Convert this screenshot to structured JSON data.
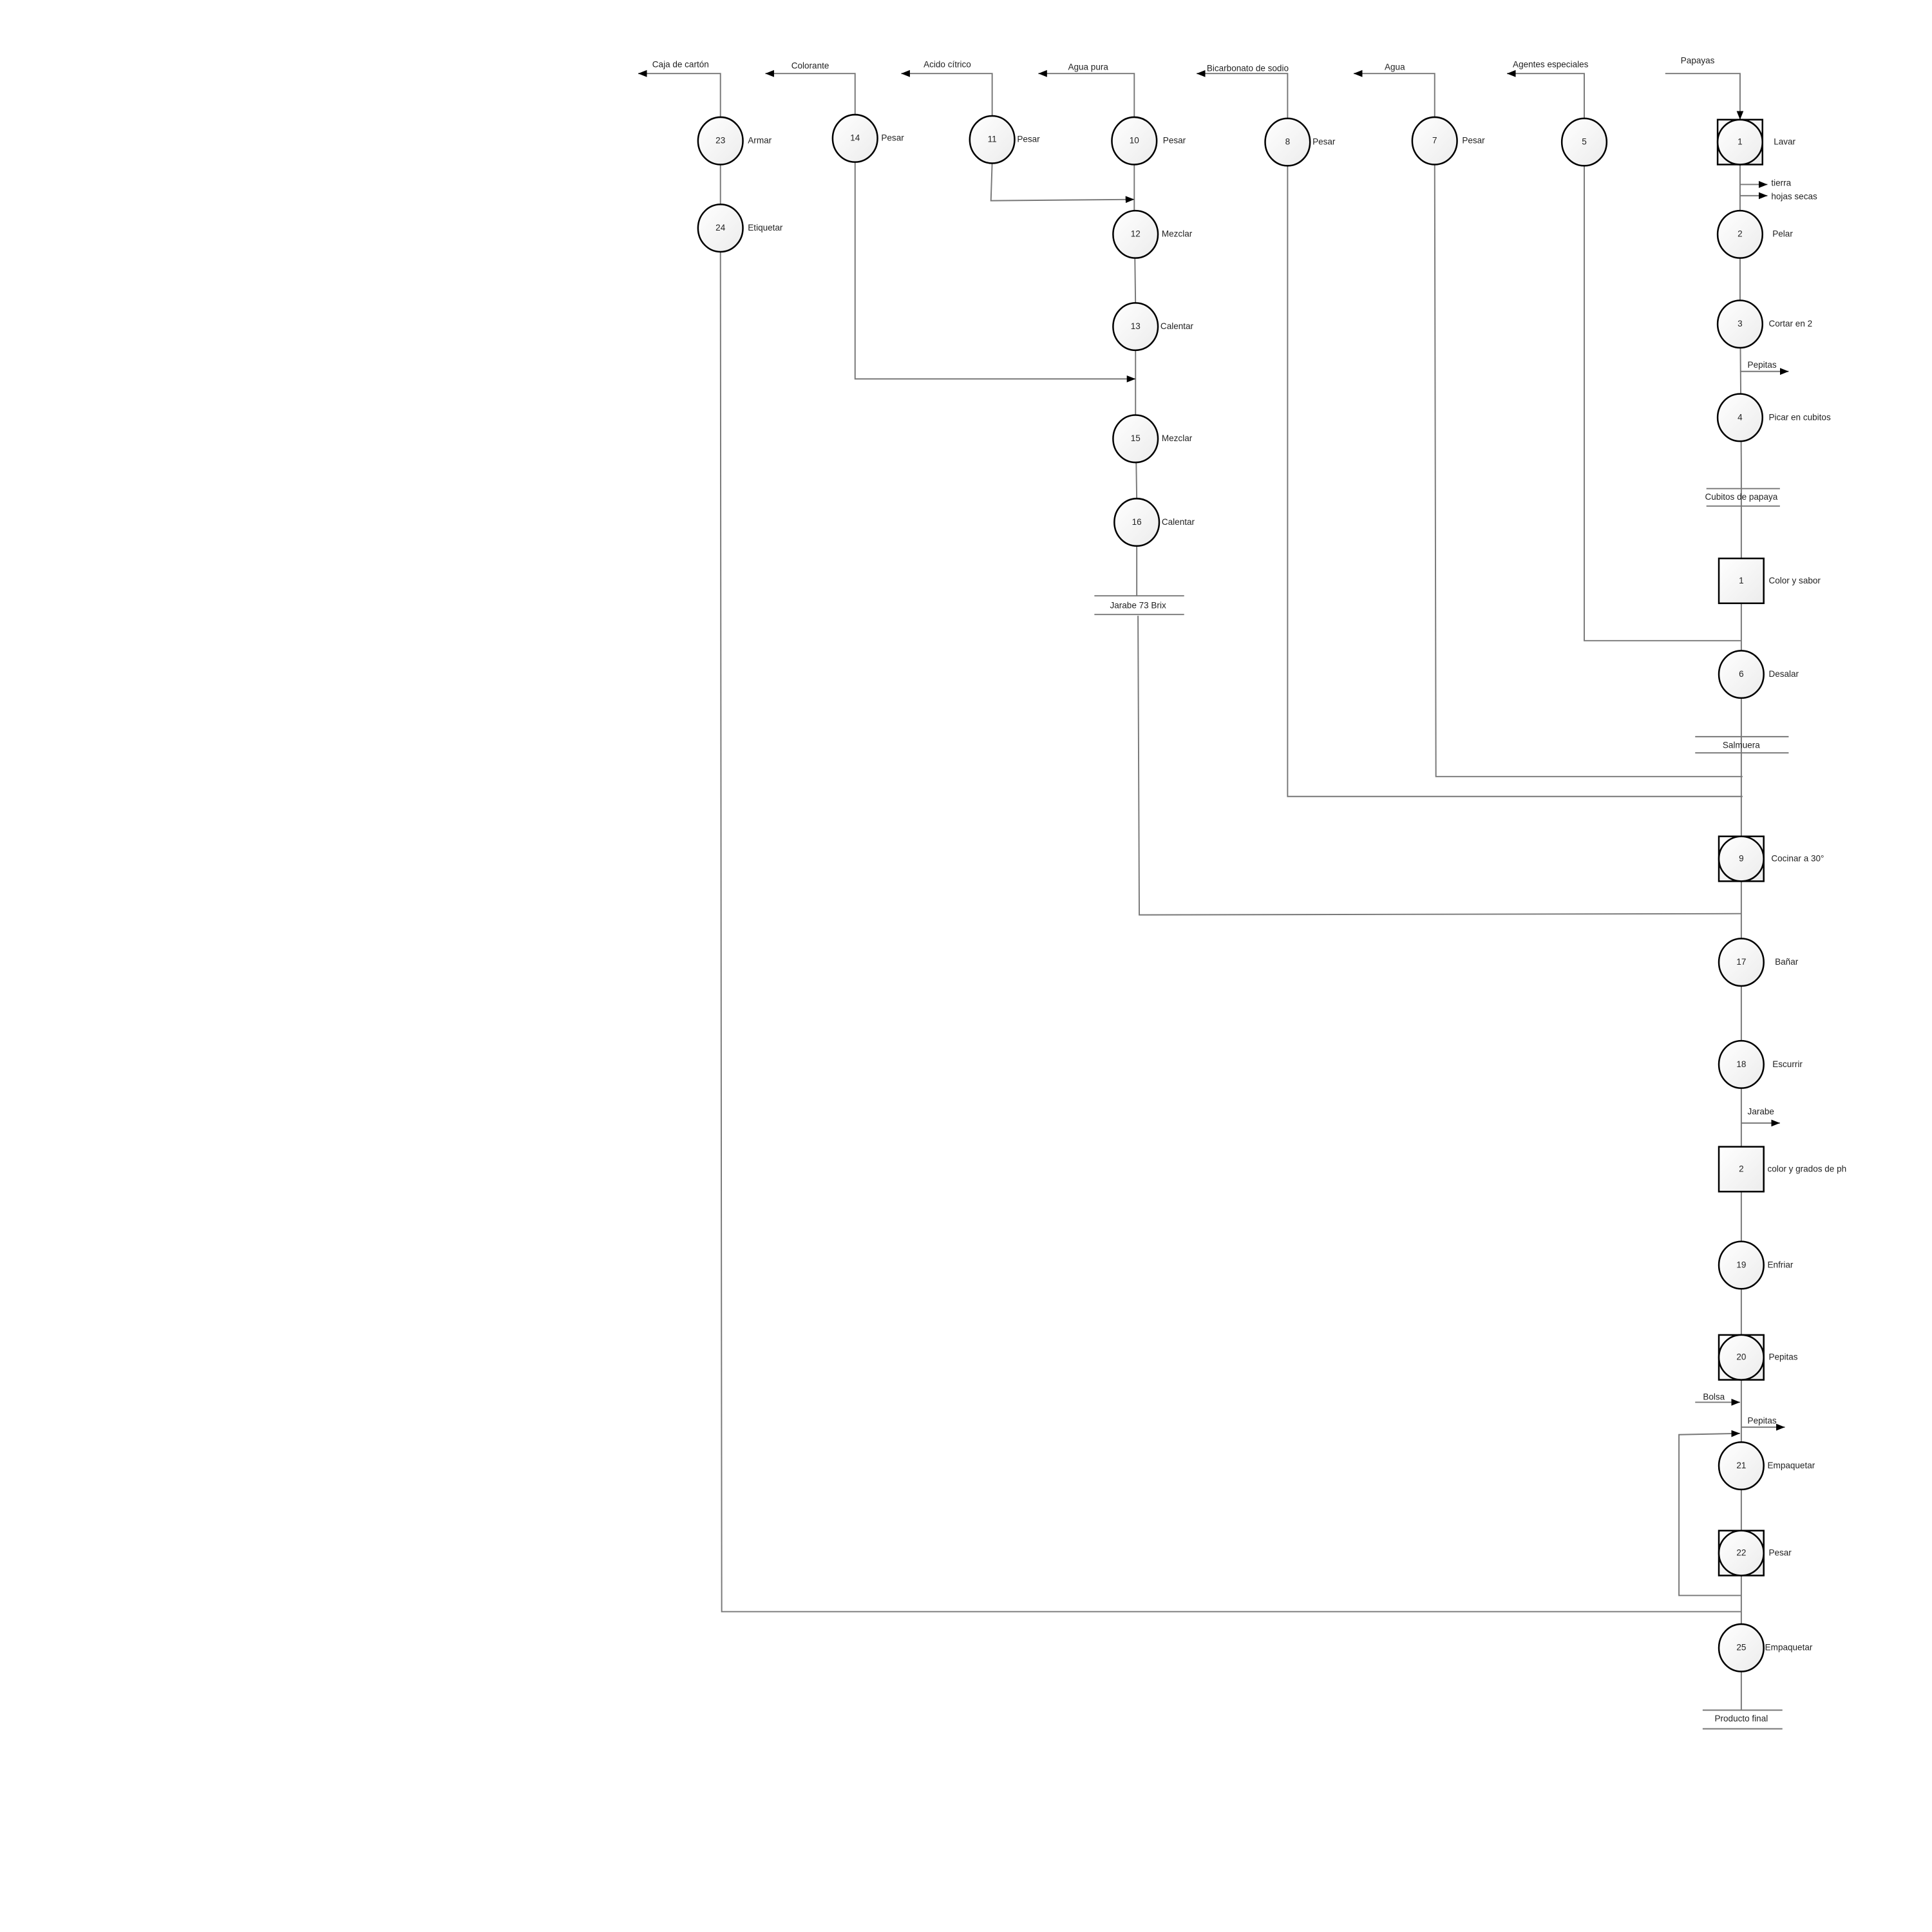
{
  "diagram": {
    "type": "process-flow",
    "nodes": [
      {
        "id": "23",
        "label": "Armar",
        "kind": "operation"
      },
      {
        "id": "24",
        "label": "Etiquetar",
        "kind": "operation"
      },
      {
        "id": "14",
        "label": "Pesar",
        "kind": "operation"
      },
      {
        "id": "11",
        "label": "Pesar",
        "kind": "operation"
      },
      {
        "id": "10",
        "label": "Pesar",
        "kind": "operation"
      },
      {
        "id": "12",
        "label": "Mezclar",
        "kind": "operation"
      },
      {
        "id": "13",
        "label": "Calentar",
        "kind": "operation"
      },
      {
        "id": "15",
        "label": "Mezclar",
        "kind": "operation"
      },
      {
        "id": "16",
        "label": "Calentar",
        "kind": "operation"
      },
      {
        "id": "8",
        "label": "Pesar",
        "kind": "operation"
      },
      {
        "id": "7",
        "label": "Pesar",
        "kind": "operation"
      },
      {
        "id": "5",
        "label": "",
        "kind": "operation"
      },
      {
        "id": "1",
        "label": "Lavar",
        "kind": "combined"
      },
      {
        "id": "2",
        "label": "Pelar",
        "kind": "operation"
      },
      {
        "id": "3",
        "label": "Cortar en 2",
        "kind": "operation"
      },
      {
        "id": "4",
        "label": "Picar en cubitos",
        "kind": "operation"
      },
      {
        "id": "1",
        "label": "Color y sabor",
        "kind": "inspection"
      },
      {
        "id": "6",
        "label": "Desalar",
        "kind": "operation"
      },
      {
        "id": "9",
        "label": "Cocinar a 30°",
        "kind": "combined"
      },
      {
        "id": "17",
        "label": "Bañar",
        "kind": "operation"
      },
      {
        "id": "18",
        "label": "Escurrir",
        "kind": "operation"
      },
      {
        "id": "2",
        "label": "color y grados de ph",
        "kind": "inspection"
      },
      {
        "id": "19",
        "label": "Enfriar",
        "kind": "operation"
      },
      {
        "id": "20",
        "label": "Pepitas",
        "kind": "combined"
      },
      {
        "id": "21",
        "label": "Empaquetar",
        "kind": "operation"
      },
      {
        "id": "22",
        "label": "Pesar",
        "kind": "combined"
      },
      {
        "id": "25",
        "label": "Empaquetar",
        "kind": "operation"
      }
    ],
    "storages": [
      "Cubitos de papaya",
      "Jarabe 73 Brix",
      "Salmuera",
      "Producto final"
    ],
    "inputs": [
      "Caja de cartón",
      "Colorante",
      "Acido cítrico",
      "Agua pura",
      "Bicarbonato de sodio",
      "Agua",
      "Agentes especiales",
      "Papayas",
      "Bolsa"
    ],
    "outputs": [
      "tierra",
      "hojas secas",
      "Pepitas",
      "Jarabe",
      "Pepitas"
    ]
  }
}
